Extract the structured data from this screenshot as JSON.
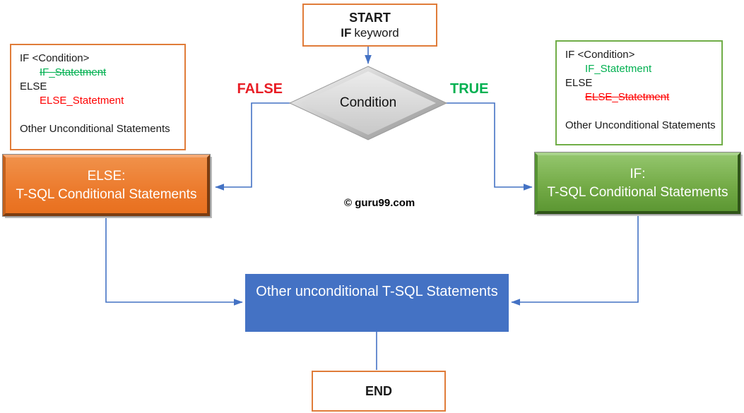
{
  "start_box": {
    "title": "START",
    "keyword_bold": "IF",
    "keyword_rest": "keyword"
  },
  "condition": {
    "label": "Condition",
    "false_label": "FALSE",
    "true_label": "TRUE"
  },
  "left_code_box": {
    "line1": "IF <Condition>",
    "line2": "IF_Statetment",
    "line3": "ELSE",
    "line4": "ELSE_Statetment",
    "line5": "Other Unconditional Statements"
  },
  "right_code_box": {
    "line1": "IF <Condition>",
    "line2": "IF_Statetment",
    "line3": "ELSE",
    "line4": "ELSE_Statetment",
    "line5": "Other Unconditional Statements"
  },
  "else_box": {
    "line1": "ELSE:",
    "line2": "T-SQL Conditional Statements"
  },
  "if_box": {
    "line1": "IF:",
    "line2": "T-SQL Conditional Statements"
  },
  "other_box": {
    "label": "Other unconditional T-SQL Statements"
  },
  "end_box": {
    "label": "END"
  },
  "credit": "© guru99.com",
  "colors": {
    "connector_blue": "#4472c4",
    "process_blue": "#4472c4",
    "action_orange": "#ed7d31",
    "action_green_top": "#93c56c",
    "action_green_bottom": "#5c9733",
    "terminal_border_orange": "#e07c39",
    "code_border_green": "#70ad47",
    "false_red": "#e81d25",
    "true_green": "#00b050",
    "code_green": "#00b050",
    "code_red": "#ff0000",
    "diamond_gray": "#d9d9d9"
  }
}
